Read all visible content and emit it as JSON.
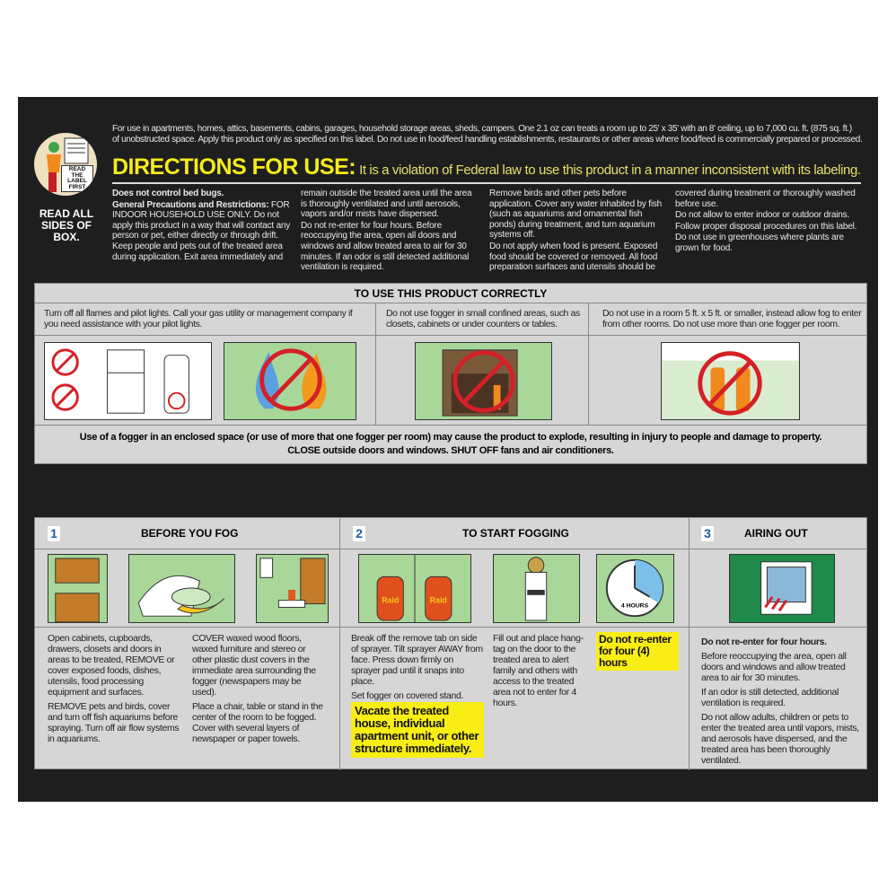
{
  "header": {
    "intro_line1": "For use in apartments, homes, attics, basements, cabins, garages, household storage areas, sheds, campers. One 2.1 oz can treats a room up to 25' x 35' with an 8' ceiling, up to 7,000 cu. ft. (875 sq. ft.)",
    "intro_line2": "of unobstructed space. Apply this product only as specified on this label. Do not use in food/feed handling establishments, restaurants or other areas where food/feed is commercially prepared or processed.",
    "icon_text": "READ THE LABEL FIRST",
    "read_all": "READ ALL SIDES OF BOX.",
    "title": "DIRECTIONS FOR USE:",
    "subtitle": "It is a violation of Federal law to use this product in a manner inconsistent with its labeling."
  },
  "precautions": {
    "bed_bugs": "Does not control bed bugs.",
    "gp_label": "General Precautions and Restrictions:",
    "col1": "FOR INDOOR HOUSEHOLD USE ONLY. Do not apply this product in a way that will contact any person or pet, either directly or through drift. Keep people and pets out of the treated area during application. Exit area immediately and",
    "col2a": "remain outside the treated area until the area is thoroughly ventilated and until aerosols, vapors and/or mists have dispersed.",
    "col2b": "Do not re-enter for four hours. Before reoccupying the area, open all doors and windows and allow treated area to air for 30 minutes. If an odor is still detected additional ventilation is required.",
    "col3a": "Remove birds and other pets before application. Cover any water inhabited by fish (such as aquariums and ornamental fish ponds) during treatment, and turn aquarium systems off.",
    "col3b": "Do not apply when food is present. Exposed food should be covered or removed. All food preparation surfaces and utensils should be",
    "col4a": "covered during treatment or thoroughly washed before use.",
    "col4b": "Do not allow to enter indoor or outdoor drains.",
    "col4c": "Follow proper disposal procedures on this label.",
    "col4d": "Do not use in greenhouses where plants are grown for food."
  },
  "correct_use": {
    "title": "TO USE THIS PRODUCT CORRECTLY",
    "items": [
      "Turn off all flames and pilot lights. Call your gas utility or management company if you need assistance with your pilot lights.",
      "Do not use fogger in small confined areas, such as closets, cabinets or under counters or tables.",
      "Do not use in a room 5 ft. x 5 ft. or smaller, instead allow fog to enter from other rooms. Do not use more than one fogger per room."
    ],
    "warning1": "Use of a fogger in an enclosed space (or use of more that one fogger per room) may cause the product to explode, resulting in injury to people and damage to property.",
    "warning2": "CLOSE outside doors and windows. SHUT OFF fans and air conditioners."
  },
  "steps": [
    {
      "number": "1",
      "title": "BEFORE YOU FOG",
      "left": [
        "Open cabinets, cupboards, drawers, closets and doors in areas to be treated, REMOVE or cover exposed foods, dishes, utensils, food processing equipment and surfaces.",
        "REMOVE pets and birds, cover and turn off fish aquariums before spraying. Turn off air flow systems in aquariums."
      ],
      "right": [
        "COVER waxed wood floors, waxed furniture and stereo or other plastic dust covers in the immediate area surrounding the fogger (newspapers may be used).",
        "Place a chair, table or stand in the center of the room to be fogged. Cover with several layers of newspaper or paper towels."
      ]
    },
    {
      "number": "2",
      "title": "TO START FOGGING",
      "left": [
        "Break off the remove tab on side of sprayer. Tilt sprayer AWAY from face. Press down firmly on sprayer pad until it snaps into place.",
        "Set fogger on covered stand."
      ],
      "vacate": "Vacate the treated house, individual apartment unit, or other structure immediately.",
      "middle": "Fill out and place hang-tag on the door to the treated area to alert family and others with access to the treated area not to enter for 4 hours.",
      "reenter": "Do not re-enter for four (4) hours",
      "clock_label": "4 HOURS",
      "can_brand": "Raid"
    },
    {
      "number": "3",
      "title": "AIRING OUT",
      "bold": "Do not re-enter for four hours.",
      "paras": [
        "Before reoccupying the area, open all doors and windows and allow treated area to air for 30 minutes.",
        "If an odor is still detected, additional ventilation is required.",
        "Do not allow adults, children or pets to enter the treated area until vapors, mists, and aerosols have dispersed, and the treated area has been thoroughly ventilated."
      ]
    }
  ],
  "colors": {
    "panel": "#1f1e1e",
    "yellow": "#f4ec1a",
    "gray": "#d6d6d6",
    "blue": "#1b5fa6",
    "green": "#a9d79a",
    "red": "#d42026"
  }
}
